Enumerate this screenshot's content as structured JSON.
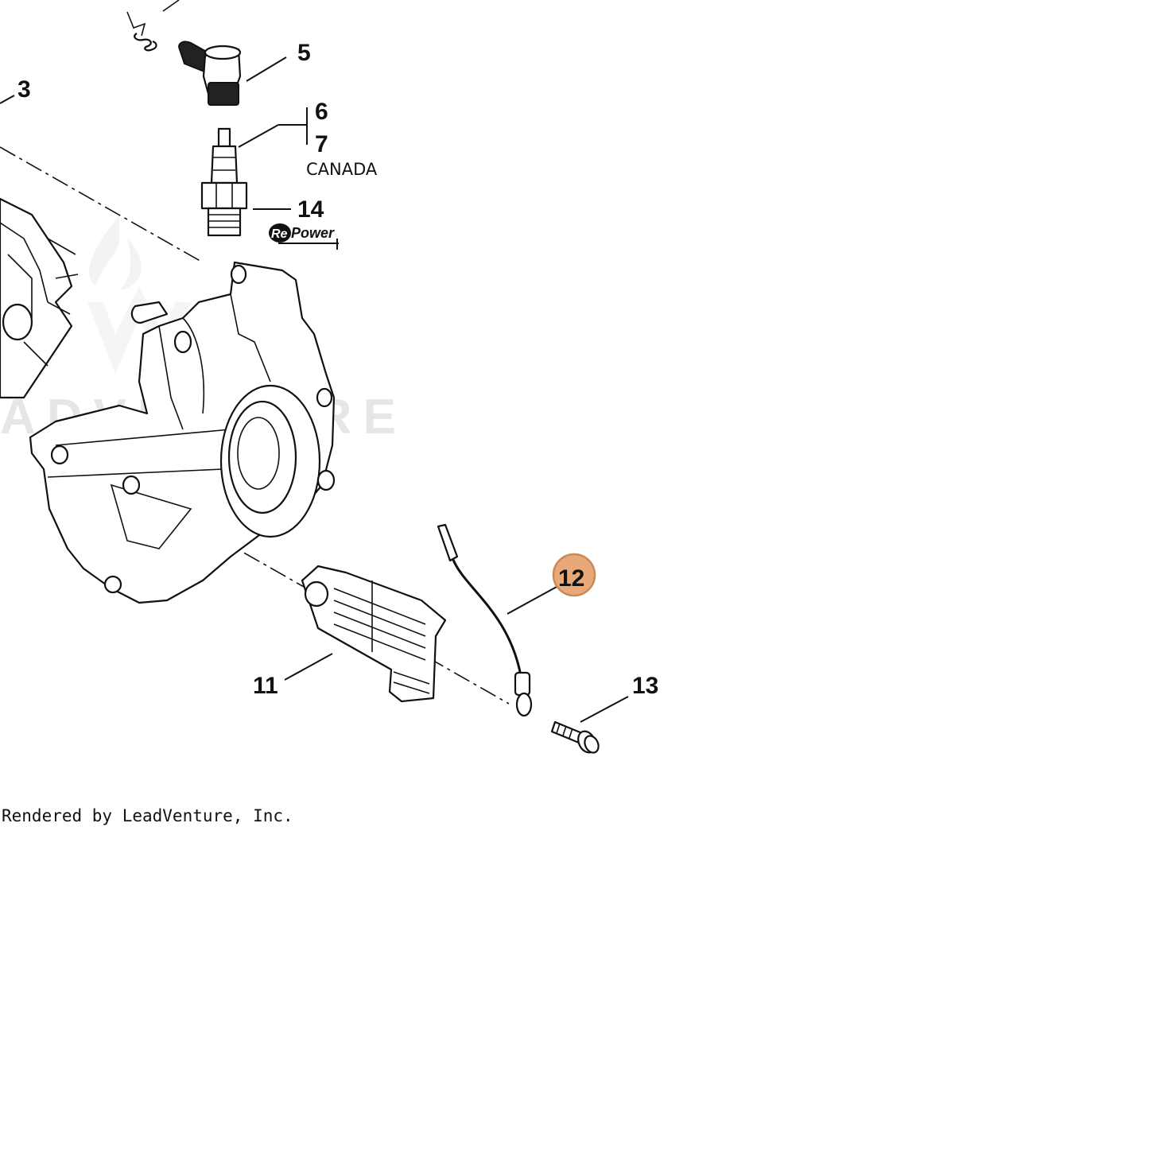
{
  "diagram": {
    "callouts": {
      "c3": "3",
      "c5": "5",
      "c6": "6",
      "c7": "7",
      "c11": "11",
      "c12": "12",
      "c13": "13",
      "c14": "14"
    },
    "region_note": "CANADA",
    "brand_badge": {
      "prefix": "Re",
      "suffix": "Power"
    },
    "highlighted_callout": "12",
    "highlight_color": "#e8a878",
    "highlight_ring_color": "#c98a58",
    "watermark_text": "ADVENTURE",
    "footer": "Rendered by LeadVenture, Inc."
  }
}
